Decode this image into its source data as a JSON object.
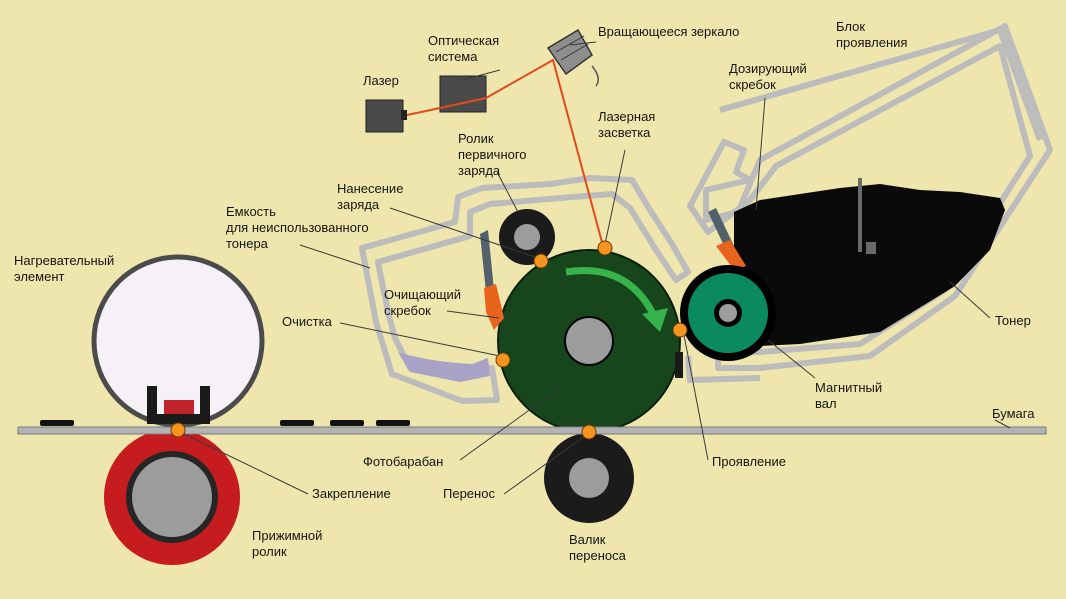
{
  "labels": {
    "laser": "Лазер",
    "optics_1": "Оптическая",
    "optics_2": "система",
    "mirror": "Вращающееся зеркало",
    "dev_unit_1": "Блок",
    "dev_unit_2": "проявления",
    "doctor_1": "Дозирующий",
    "doctor_2": "скребок",
    "laser_exp_1": "Лазерная",
    "laser_exp_2": "засветка",
    "pcr_1": "Ролик",
    "pcr_2": "первичного",
    "pcr_3": "заряда",
    "charging_1": "Нанесение",
    "charging_2": "заряда",
    "waste_1": "Емкость",
    "waste_2": "для неиспользованного",
    "waste_3": "тонера",
    "heater_1": "Нагревательный",
    "heater_2": "элемент",
    "wiper_1": "Очищающий",
    "wiper_2": "скребок",
    "cleaning": "Очистка",
    "toner": "Тонер",
    "mag_1": "Магнитный",
    "mag_2": "вал",
    "paper": "Бумага",
    "drum": "Фотобарабан",
    "development": "Проявление",
    "fixing": "Закрепление",
    "transfer": "Перенос",
    "pressure_1": "Прижимной",
    "pressure_2": "ролик",
    "transfer_roller_1": "Валик",
    "transfer_roller_2": "переноса"
  },
  "colors": {
    "background": "#efe6ad",
    "drum": "#17461d",
    "magnetic_roller": "#0b8a62",
    "pressure_roller": "#c71c1f",
    "laser_beam": "#e24a1c",
    "contact_point": "#f5941e",
    "housing": "#bcbcbc",
    "toner": "#0a0a0a"
  }
}
